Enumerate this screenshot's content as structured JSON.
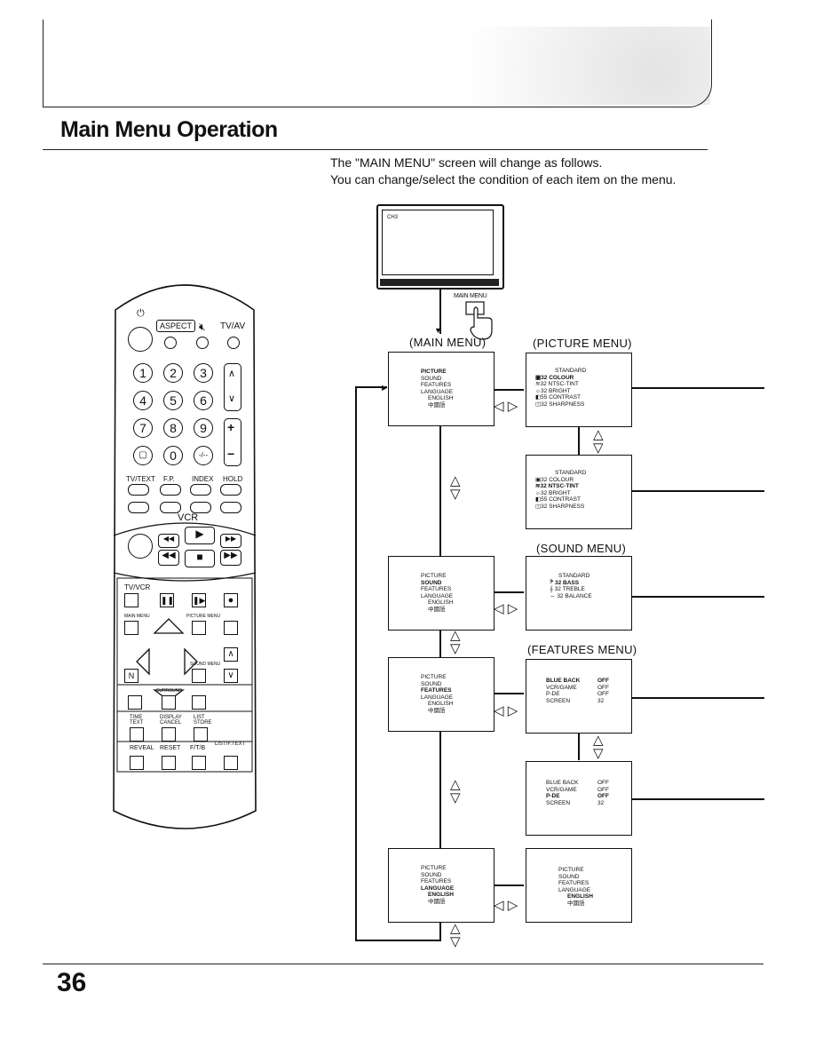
{
  "page": {
    "title": "Main Menu Operation",
    "intro": [
      "The \"MAIN MENU\" screen will change as follows.",
      "You can change/select the condition of each item on the menu."
    ],
    "page_number": "36"
  },
  "tv": {
    "screen_label": "CH3",
    "hand_label": "MAIN MENU"
  },
  "section_labels": {
    "main": "(MAIN MENU)",
    "picture": "(PICTURE MENU)",
    "sound": "(SOUND MENU)",
    "features": "(FEATURES MENU)"
  },
  "main_menu_items": [
    "PICTURE",
    "SOUND",
    "FEATURES",
    "LANGUAGE",
    "ENGLISH",
    "中國語"
  ],
  "picture_menu": [
    {
      "icon": "colour-icon",
      "value": "STANDARD",
      "label": ""
    },
    {
      "icon": "colour-icon",
      "value": "32",
      "label": "COLOUR"
    },
    {
      "icon": "tint-icon",
      "value": "32",
      "label": "NTSC-TINT"
    },
    {
      "icon": "bright-icon",
      "value": "32",
      "label": "BRIGHT"
    },
    {
      "icon": "contrast-icon",
      "value": "55",
      "label": "CONTRAST"
    },
    {
      "icon": "sharpness-icon",
      "value": "32",
      "label": "SHARPNESS"
    }
  ],
  "sound_menu": [
    {
      "icon": "",
      "value": "STANDARD",
      "label": ""
    },
    {
      "icon": "bass-icon",
      "value": "32",
      "label": "BASS"
    },
    {
      "icon": "treble-icon",
      "value": "32",
      "label": "TREBLE"
    },
    {
      "icon": "balance-icon",
      "value": "32",
      "label": "BALANCE"
    }
  ],
  "features_menu": [
    {
      "label": "BLUE BACK",
      "value": "OFF"
    },
    {
      "label": "VCR/GAME",
      "value": "OFF"
    },
    {
      "label": "P-DE",
      "value": "OFF"
    },
    {
      "label": "SCREEN",
      "value": "32"
    }
  ],
  "remote": {
    "aspect": "ASPECT",
    "tvav": "TV/AV",
    "nums": [
      "1",
      "2",
      "3",
      "4",
      "5",
      "6",
      "7",
      "8",
      "9",
      "0"
    ],
    "dash": "-/--",
    "tvtext": "TV/TEXT",
    "fp": "F.P.",
    "index": "INDEX",
    "hold": "HOLD",
    "vcr": "VCR",
    "tvvcr": "TV/VCR",
    "main_menu": "MAIN MENU",
    "picture_menu": "PICTURE MENU",
    "sound_menu": "SOUND MENU",
    "n": "N",
    "surround": "SURROUND",
    "time_text": "TIME TEXT",
    "display_cancel": "DISPLAY CANCEL",
    "list_store": "LIST STORE",
    "reveal": "REVEAL",
    "reset": "RESET",
    "ftb": "F/T/B",
    "list_ftext": "LIST/F.TEXT",
    "up": "∧",
    "down": "∨",
    "plus": "+",
    "minus": "−"
  }
}
